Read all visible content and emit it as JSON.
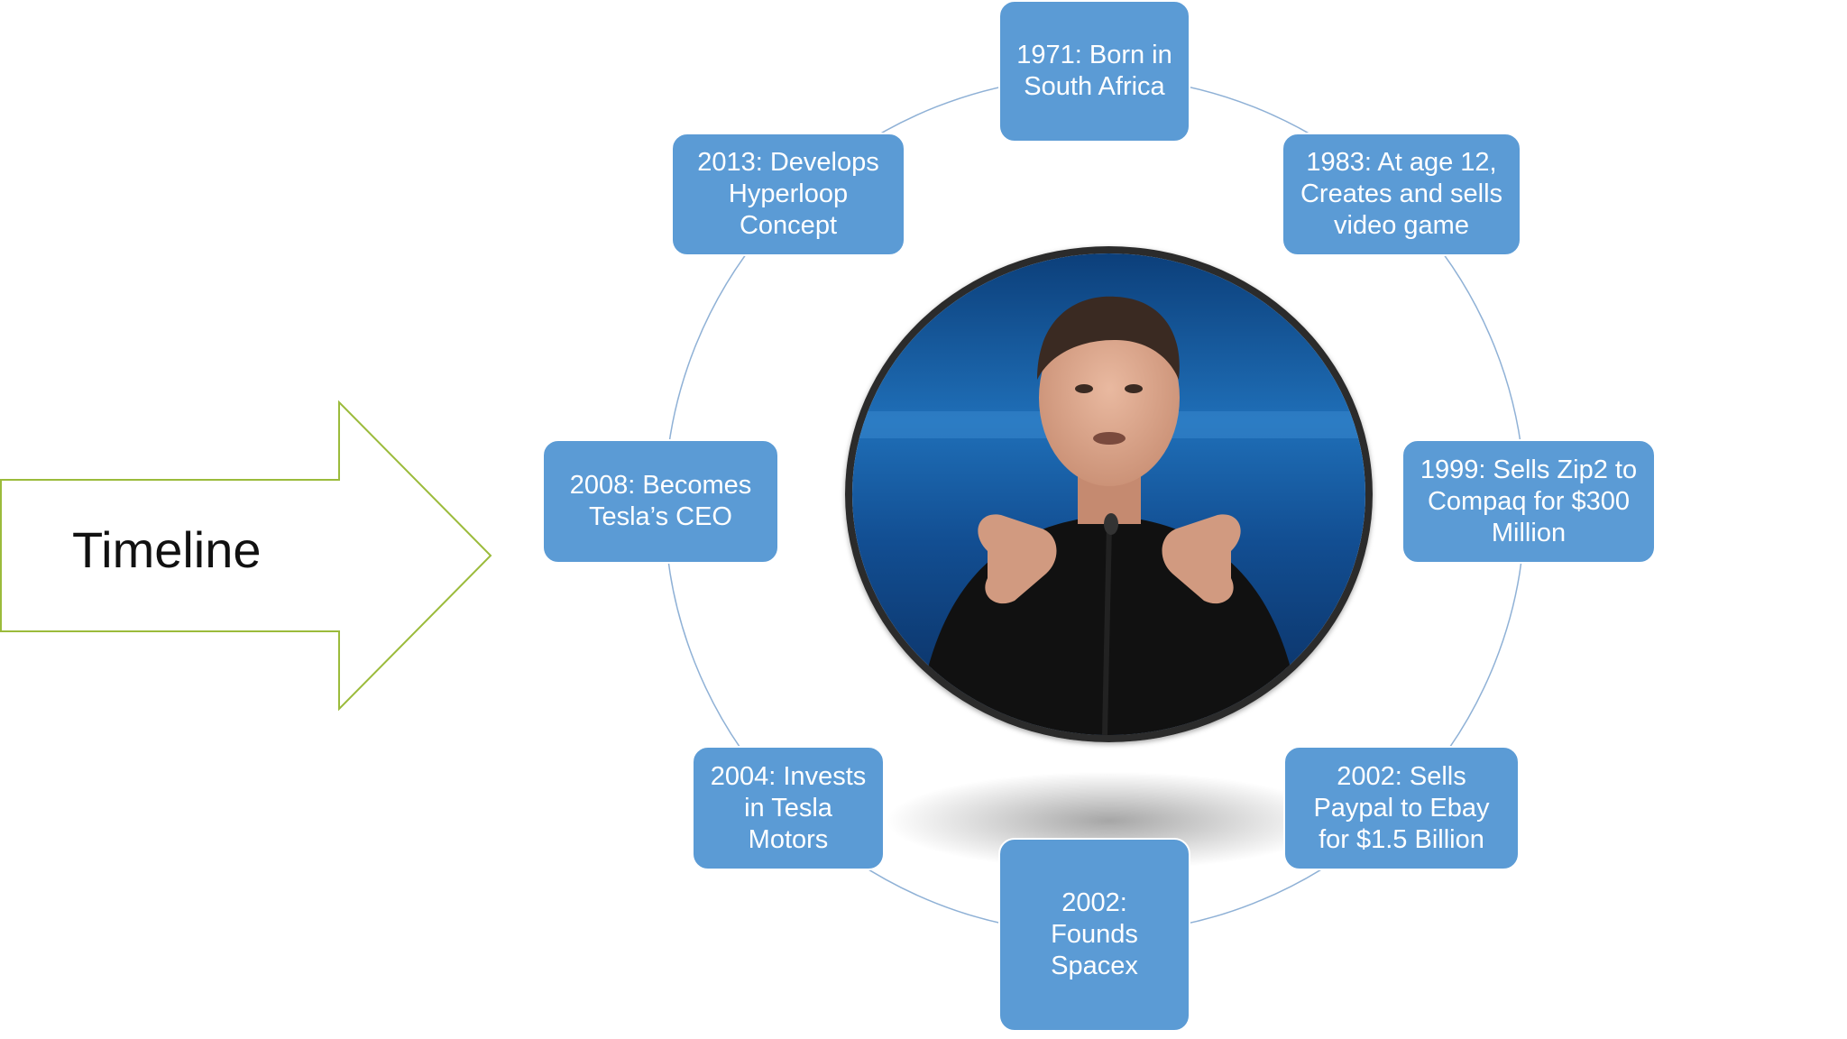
{
  "arrow": {
    "label": "Timeline"
  },
  "events": [
    {
      "text": "1971: Born in\nSouth Africa"
    },
    {
      "text": "1983: At age 12,\nCreates and sells\nvideo game"
    },
    {
      "text": "1999: Sells Zip2 to\nCompaq for $300\nMillion"
    },
    {
      "text": "2002: Sells\nPaypal to Ebay\nfor $1.5 Billion"
    },
    {
      "text": "2002:\nFounds\nSpacex"
    },
    {
      "text": "2004: Invests\nin Tesla\nMotors"
    },
    {
      "text": "2008: Becomes\nTesla’s CEO"
    },
    {
      "text": "2013: Develops\nHyperloop\nConcept"
    }
  ],
  "colors": {
    "node_fill": "#5b9bd5",
    "ring_line": "#8fb1d6",
    "arrow_outline": "#9bbb3b",
    "portrait_border": "#2b2b2b"
  }
}
